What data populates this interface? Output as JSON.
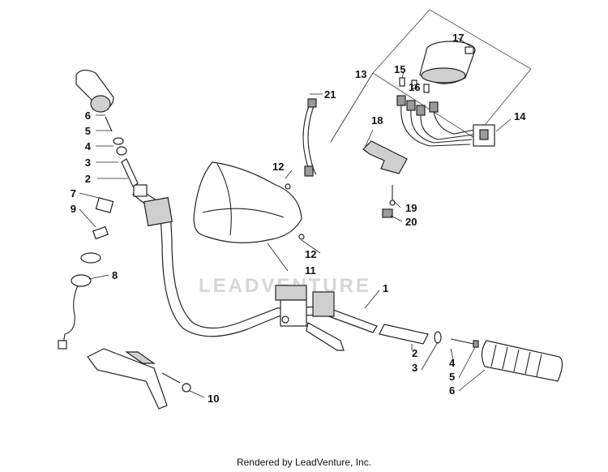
{
  "watermark": "LEADVENTURE",
  "footer": "Rendered by LeadVenture, Inc.",
  "callouts": {
    "c1": "1",
    "c2a": "2",
    "c2b": "2",
    "c3a": "3",
    "c3b": "3",
    "c4a": "4",
    "c4b": "4",
    "c5a": "5",
    "c5b": "5",
    "c6a": "6",
    "c6b": "6",
    "c7": "7",
    "c8": "8",
    "c9": "9",
    "c10": "10",
    "c11": "11",
    "c12a": "12",
    "c12b": "12",
    "c13": "13",
    "c14": "14",
    "c15": "15",
    "c16": "16",
    "c17": "17",
    "c18": "18",
    "c19": "19",
    "c20": "20",
    "c21": "21"
  }
}
